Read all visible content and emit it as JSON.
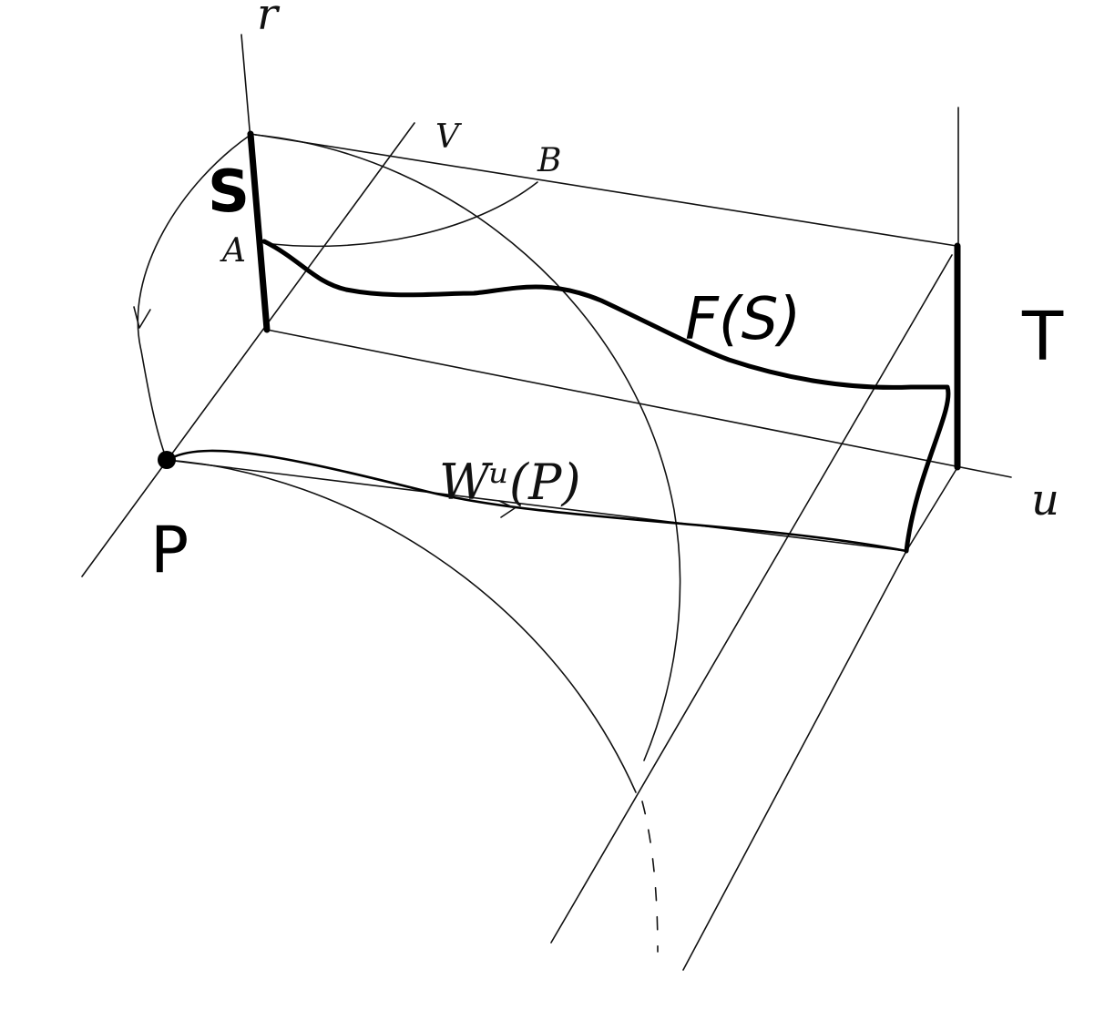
{
  "diagram": {
    "labels": {
      "s": "S",
      "a": "A",
      "b": "B",
      "v": "V",
      "r": "r",
      "t": "T",
      "u": "u",
      "p": "P",
      "fs": "F(S)",
      "wup": "Wᵘ(P)"
    }
  }
}
